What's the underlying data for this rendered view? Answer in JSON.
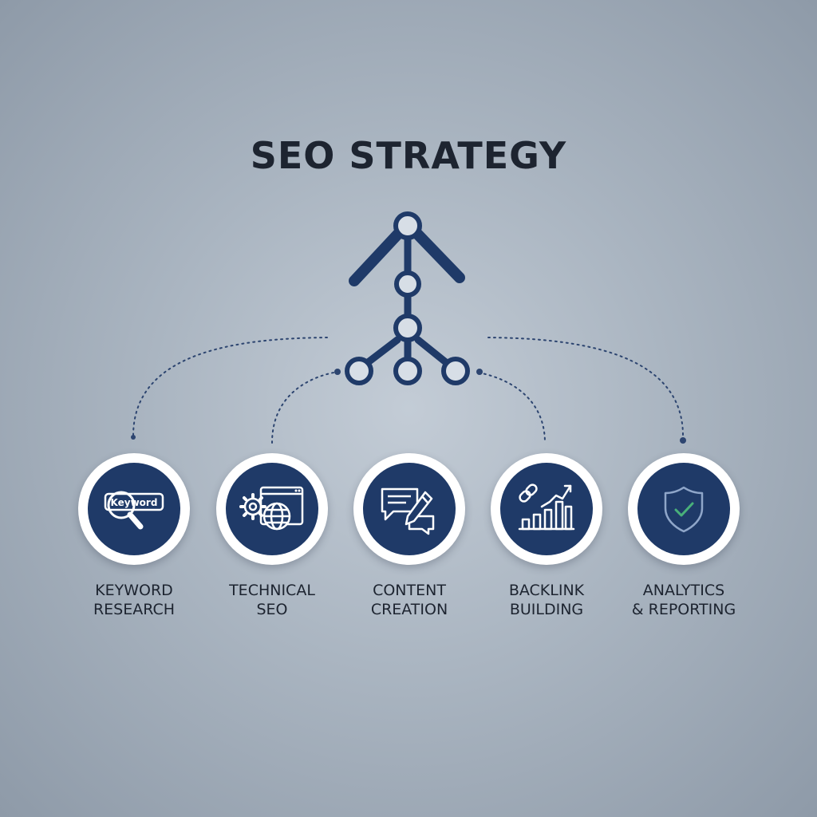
{
  "title": "SEO STRATEGY",
  "colors": {
    "navy": "#1f3a68",
    "check": "#49b07a",
    "text": "#1d2430"
  },
  "items": [
    {
      "icon": "keyword-search-icon",
      "badge": "Keyword",
      "line1": "KEYWORD",
      "line2": "RESEARCH"
    },
    {
      "icon": "gear-globe-browser-icon",
      "line1": "TECHNICAL",
      "line2": "SEO"
    },
    {
      "icon": "chat-pencil-icon",
      "line1": "CONTENT",
      "line2": "CREATION"
    },
    {
      "icon": "link-chart-icon",
      "line1": "BACKLINK",
      "line2": "BUILDING"
    },
    {
      "icon": "shield-check-icon",
      "line1": "ANALYTICS",
      "line2": "& REPORTING"
    }
  ]
}
